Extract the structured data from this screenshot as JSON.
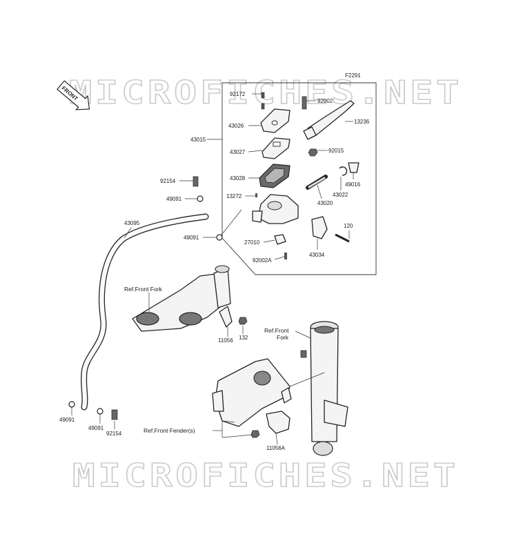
{
  "diagram_code": "F2291",
  "front_arrow_label": "FRONT",
  "watermark": {
    "top": "MICROFICHES.NET",
    "bottom": "MICROFICHES.NET"
  },
  "refs": {
    "front_fork_upper": "Ref.Front Fork",
    "front_fork_right_line1": "Ref.Front",
    "front_fork_right_line2": "Fork",
    "front_fender": "Ref.Front Fender(s)"
  },
  "labels": {
    "p92172": "92172",
    "p92002": "92002",
    "p43026": "43026",
    "p13236": "13236",
    "p43015": "43015",
    "p43027": "43027",
    "p92015": "92015",
    "p43028": "43028",
    "p49016": "49016",
    "p92154_top": "92154",
    "p43022": "43022",
    "p13272": "13272",
    "p43020": "43020",
    "p49091_top": "49091",
    "p43095": "43095",
    "p120": "120",
    "p49091_mid": "49091",
    "p27010": "27010",
    "p43034": "43034",
    "p92002A": "92002A",
    "p132": "132",
    "p11056": "11056",
    "p11056A": "11056A",
    "p49091_left": "49091",
    "p49091_bottom": "49091",
    "p92154_bottom": "92154"
  }
}
